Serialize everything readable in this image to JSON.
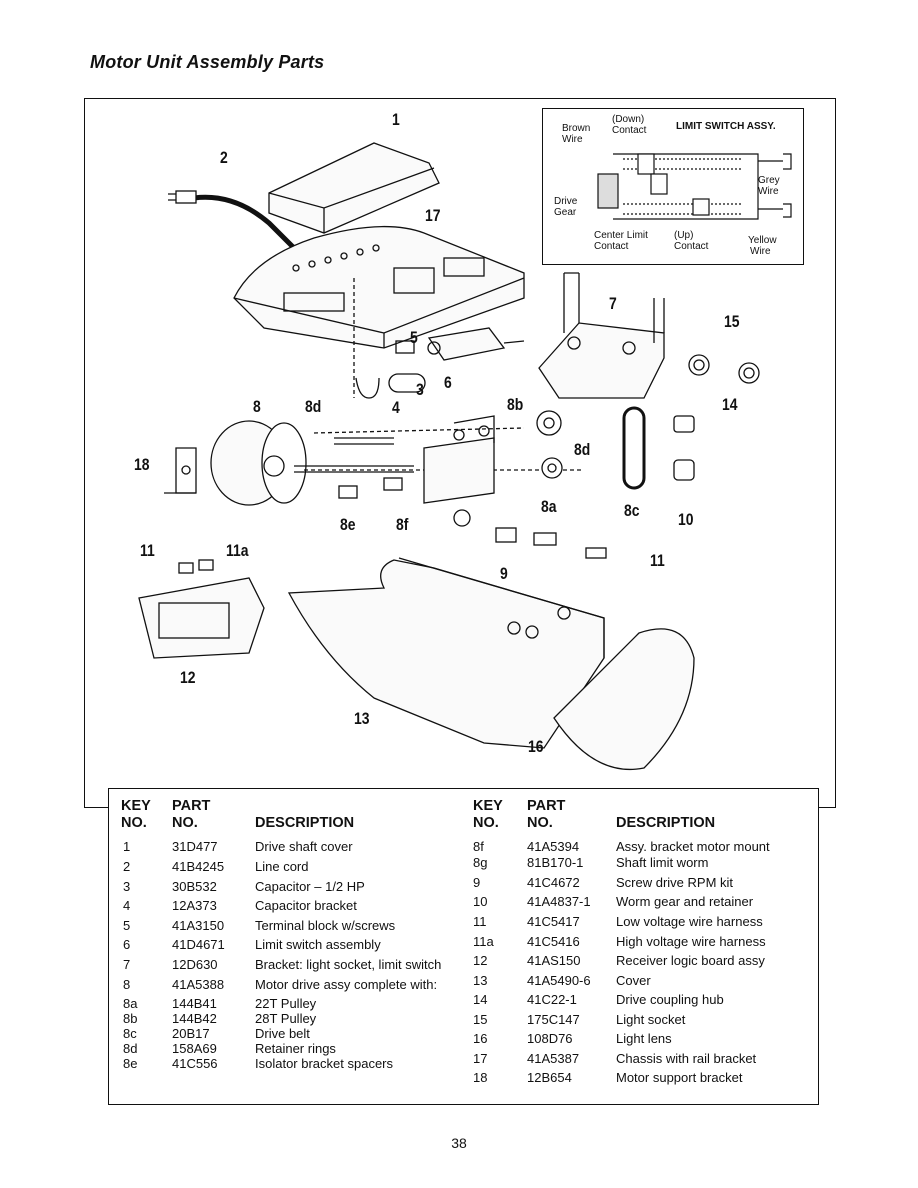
{
  "page": {
    "title": "Motor Unit Assembly Parts",
    "page_number": "38"
  },
  "inset": {
    "title": "LIMIT SWITCH ASSY.",
    "labels": {
      "down": "(Down)",
      "contact1": "Contact",
      "brown": "Brown",
      "wire1": "Wire",
      "drive": "Drive",
      "gear": "Gear",
      "grey": "Grey",
      "wire2": "Wire",
      "center_limit": "Center Limit",
      "contact2": "Contact",
      "up": "(Up)",
      "contact3": "Contact",
      "yellow": "Yellow",
      "wire3": "Wire"
    }
  },
  "callouts": {
    "c1": "1",
    "c2": "2",
    "c17": "17",
    "c5": "5",
    "c6": "6",
    "c3": "3",
    "c4": "4",
    "c7": "7",
    "c15": "15",
    "c8": "8",
    "c8d": "8d",
    "c8b": "8b",
    "c14": "14",
    "c18": "18",
    "c8g": "8d",
    "c8a": "8a",
    "c8c": "8c",
    "c10": "10",
    "c8e": "8e",
    "c8f": "8f",
    "c11a_l": "11",
    "c11a": "11a",
    "c11": "11",
    "c9": "9",
    "c12": "12",
    "c13": "13",
    "c16": "16"
  },
  "table": {
    "headers": {
      "key1": "KEY",
      "no1": "NO.",
      "part1": "PART",
      "partno1": "NO.",
      "desc1": "DESCRIPTION",
      "key2": "KEY",
      "no2": "NO.",
      "part2": "PART",
      "partno2": "NO.",
      "desc2": "DESCRIPTION"
    },
    "left": [
      {
        "key": "1",
        "part": "31D477",
        "desc": "Drive shaft cover"
      },
      {
        "key": "2",
        "part": "41B4245",
        "desc": "Line cord"
      },
      {
        "key": "3",
        "part": "30B532",
        "desc": "Capacitor – 1/2 HP"
      },
      {
        "key": "4",
        "part": "12A373",
        "desc": "Capacitor bracket"
      },
      {
        "key": "5",
        "part": "41A3150",
        "desc": "Terminal block w/screws"
      },
      {
        "key": "6",
        "part": "41D4671",
        "desc": "Limit switch assembly"
      },
      {
        "key": "7",
        "part": "12D630",
        "desc": "Bracket: light socket, limit switch"
      },
      {
        "key": "8",
        "part": "41A5388",
        "desc": "Motor drive assy complete with:"
      },
      {
        "key": "8a",
        "part": "144B41",
        "desc": "22T Pulley"
      },
      {
        "key": "8b",
        "part": "144B42",
        "desc": "28T Pulley"
      },
      {
        "key": "8c",
        "part": "20B17",
        "desc": "Drive belt"
      },
      {
        "key": "8d",
        "part": "158A69",
        "desc": "Retainer rings"
      },
      {
        "key": "8e",
        "part": "41C556",
        "desc": "Isolator bracket spacers"
      }
    ],
    "right": [
      {
        "key": "8f",
        "part": "41A5394",
        "desc": "Assy. bracket motor mount"
      },
      {
        "key": "8g",
        "part": "81B170-1",
        "desc": "Shaft limit worm"
      },
      {
        "key": "9",
        "part": "41C4672",
        "desc": "Screw drive RPM kit"
      },
      {
        "key": "10",
        "part": "41A4837-1",
        "desc": "Worm gear and retainer"
      },
      {
        "key": "11",
        "part": "41C5417",
        "desc": "Low voltage wire harness"
      },
      {
        "key": "11a",
        "part": "41C5416",
        "desc": "High voltage wire harness"
      },
      {
        "key": "12",
        "part": "41AS150",
        "desc": "Receiver logic board assy"
      },
      {
        "key": "13",
        "part": "41A5490-6",
        "desc": "Cover"
      },
      {
        "key": "14",
        "part": "41C22-1",
        "desc": "Drive coupling hub"
      },
      {
        "key": "15",
        "part": "175C147",
        "desc": "Light socket"
      },
      {
        "key": "16",
        "part": "108D76",
        "desc": "Light lens"
      },
      {
        "key": "17",
        "part": "41A5387",
        "desc": "Chassis with rail bracket"
      },
      {
        "key": "18",
        "part": "12B654",
        "desc": "Motor support bracket"
      }
    ]
  }
}
